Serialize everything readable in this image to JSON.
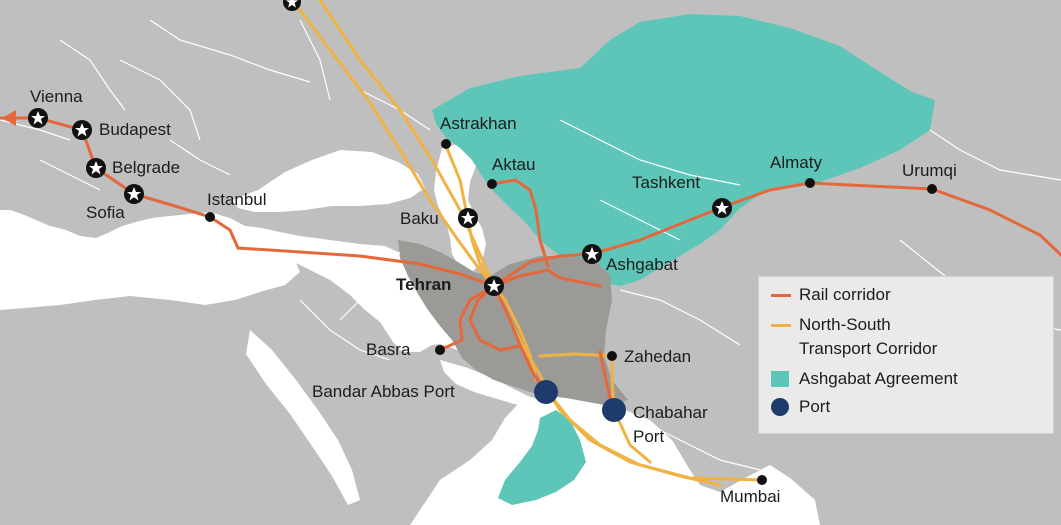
{
  "colors": {
    "sea": "#ffffff",
    "land": "#bfbfbf",
    "border": "#ffffff",
    "iran": "#9c9a97",
    "ashgabat": "#5ec6b8",
    "rail": "#e4683c",
    "nstc": "#efb343",
    "port": "#1d3c6b",
    "city": "#111111"
  },
  "cities": {
    "vienna": "Vienna",
    "budapest": "Budapest",
    "belgrade": "Belgrade",
    "sofia": "Sofia",
    "istanbul": "Istanbul",
    "astrakhan": "Astrakhan",
    "aktau": "Aktau",
    "baku": "Baku",
    "tehran": "Tehran",
    "ashgabat": "Ashgabat",
    "tashkent": "Tashkent",
    "almaty": "Almaty",
    "urumqi": "Urumqi",
    "basra": "Basra",
    "zahedan": "Zahedan",
    "bandar_abbas": "Bandar Abbas Port",
    "chabahar_1": "Chabahar",
    "chabahar_2": "Port",
    "mumbai": "Mumbai"
  },
  "legend": {
    "rail": "Rail corridor",
    "nstc_1": "North-South",
    "nstc_2": "Transport Corridor",
    "ashgabat": "Ashgabat Agreement",
    "port": "Port"
  }
}
